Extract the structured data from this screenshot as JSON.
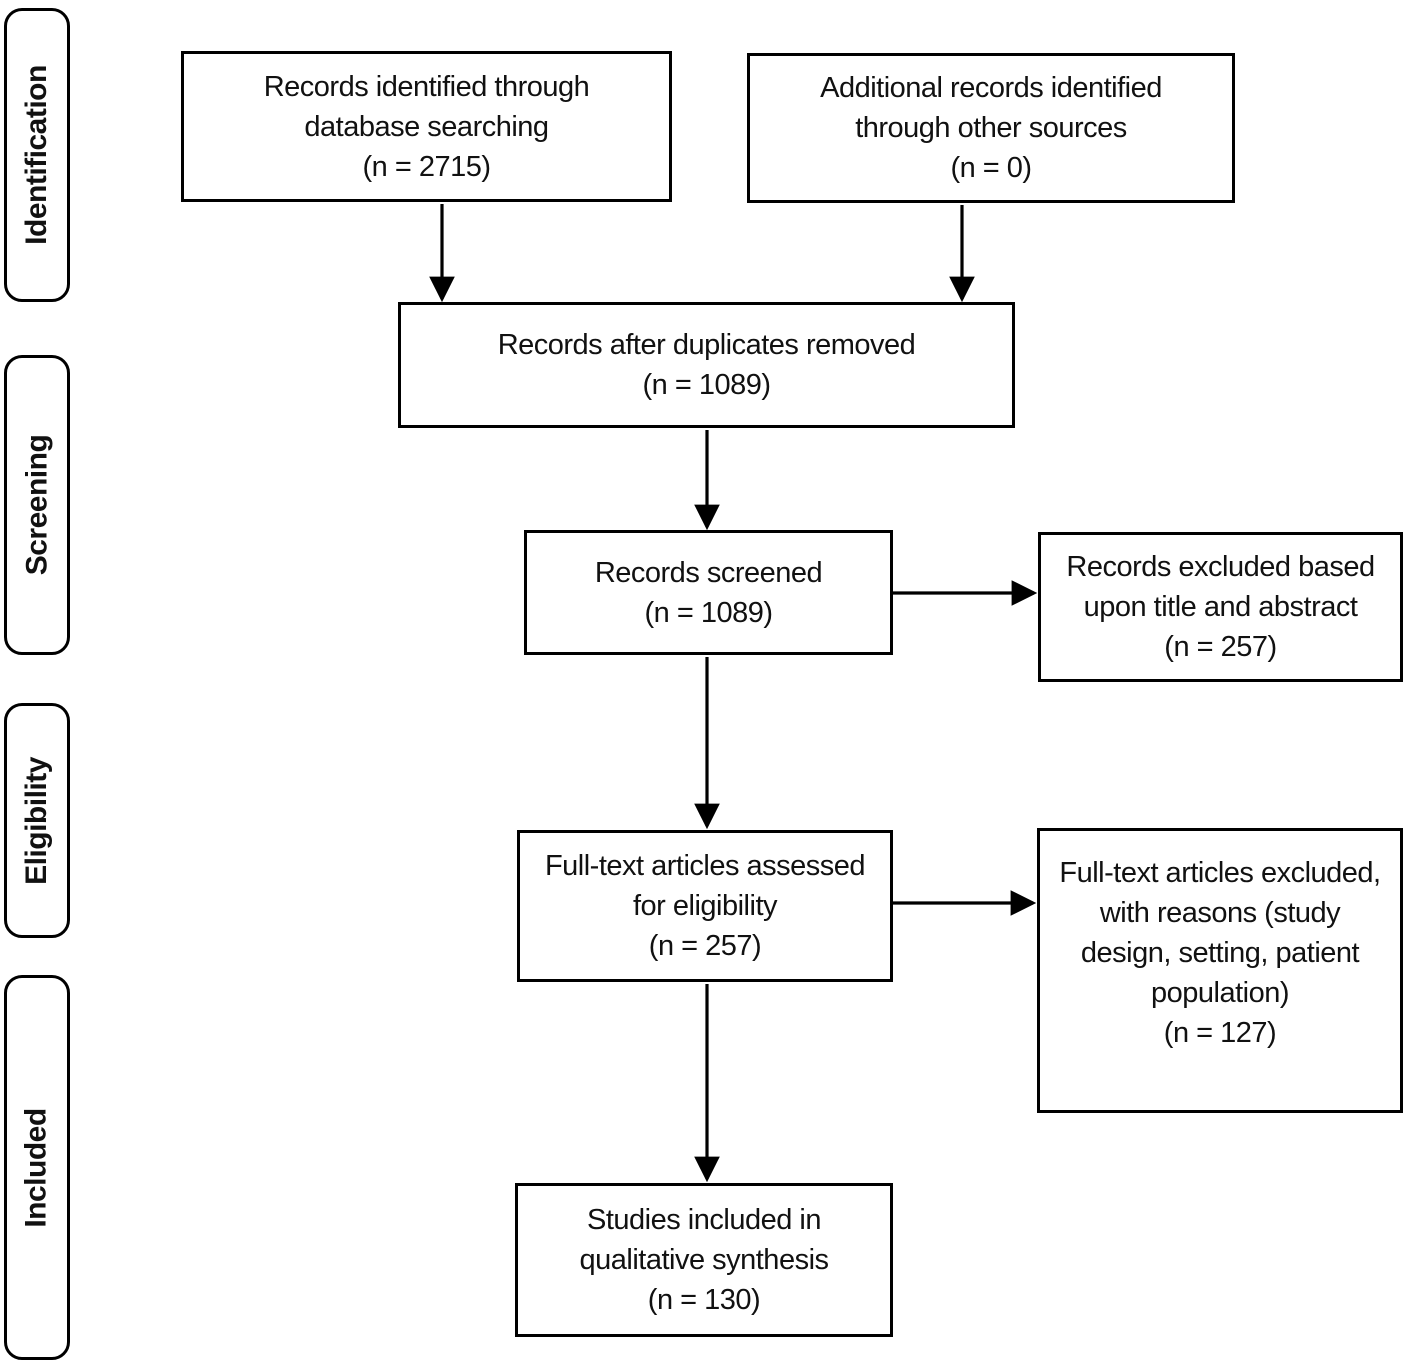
{
  "diagram": {
    "type": "prisma-flow",
    "stages": [
      {
        "id": "identification",
        "label": "Identification"
      },
      {
        "id": "screening",
        "label": "Screening"
      },
      {
        "id": "eligibility",
        "label": "Eligibility"
      },
      {
        "id": "included",
        "label": "Included"
      }
    ],
    "boxes": {
      "records_identified": {
        "text": "Records identified through\ndatabase searching\n(n = 2715)",
        "n": 2715
      },
      "additional_records": {
        "text": "Additional records identified\nthrough other sources\n(n = 0)",
        "n": 0
      },
      "after_duplicates": {
        "text": "Records after duplicates removed\n(n = 1089)",
        "n": 1089
      },
      "records_screened": {
        "text": "Records screened\n(n = 1089)",
        "n": 1089
      },
      "records_excluded": {
        "text": "Records excluded based\nupon title and abstract\n(n = 257)",
        "n": 257
      },
      "fulltext_assessed": {
        "text": "Full-text articles assessed\nfor eligibility\n(n = 257)",
        "n": 257
      },
      "fulltext_excluded": {
        "text": "Full-text articles excluded,\nwith reasons (study\ndesign, setting, patient\npopulation)\n(n = 127)",
        "n": 127
      },
      "studies_included": {
        "text": "Studies included in\nqualitative synthesis\n(n = 130)",
        "n": 130
      }
    },
    "edges": [
      {
        "from": "records_identified",
        "to": "after_duplicates"
      },
      {
        "from": "additional_records",
        "to": "after_duplicates"
      },
      {
        "from": "after_duplicates",
        "to": "records_screened"
      },
      {
        "from": "records_screened",
        "to": "records_excluded"
      },
      {
        "from": "records_screened",
        "to": "fulltext_assessed"
      },
      {
        "from": "fulltext_assessed",
        "to": "fulltext_excluded"
      },
      {
        "from": "fulltext_assessed",
        "to": "studies_included"
      }
    ],
    "colors": {
      "border": "#000000",
      "background": "#ffffff",
      "text": "#111111",
      "arrow": "#000000"
    }
  }
}
